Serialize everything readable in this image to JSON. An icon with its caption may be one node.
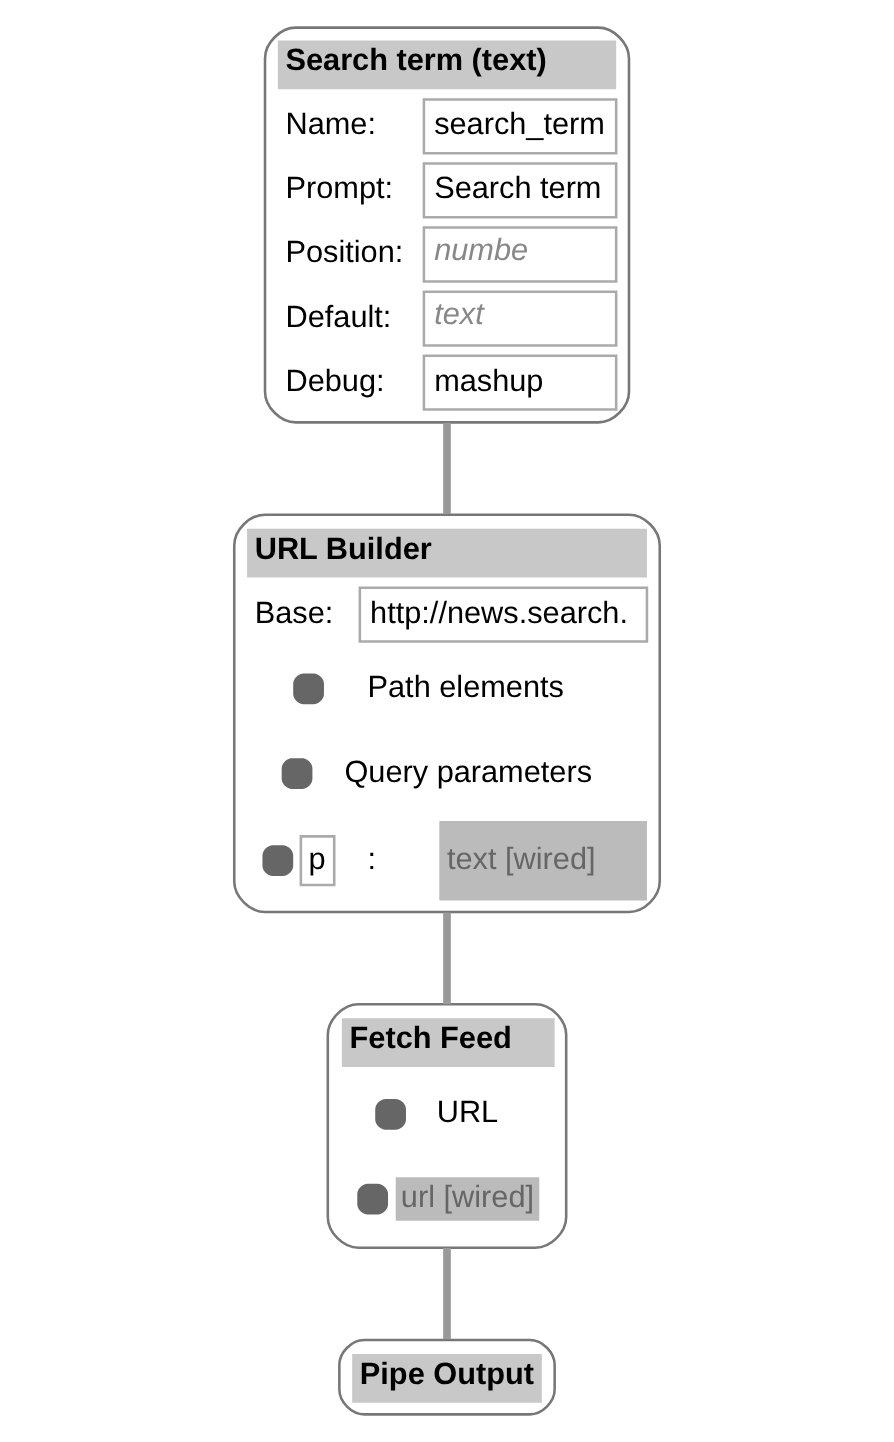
{
  "diagram": {
    "nodes": [
      {
        "text": [
          "Search term (text)",
          "Name:",
          "search_term",
          "Prompt:",
          "Search term",
          "Position:",
          "numbe",
          "Default:",
          "text",
          "Debug:",
          "mashup"
        ]
      },
      {
        "text": [
          "URL Builder",
          "Base:",
          "http://news.search.",
          "Path elements",
          "Query parameters",
          "p",
          ":",
          "text [wired]"
        ]
      },
      {
        "text": [
          "Fetch Feed",
          "URL",
          "url [wired]"
        ]
      },
      {
        "text": [
          "Pipe Output"
        ]
      }
    ],
    "edges": [
      {
        "from": 0,
        "to": 1,
        "arrow": "none"
      },
      {
        "from": 1,
        "to": 2,
        "arrow": "none"
      },
      {
        "from": 2,
        "to": 3,
        "arrow": "none"
      }
    ]
  }
}
